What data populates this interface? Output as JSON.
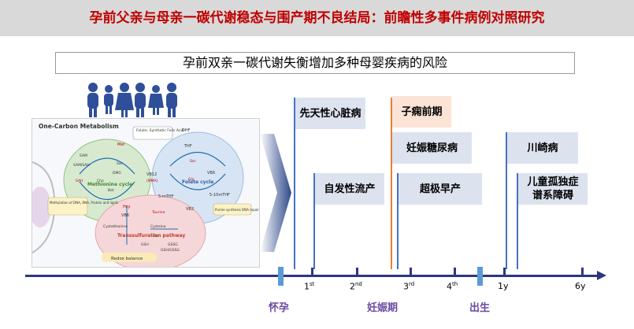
{
  "title": "孕前父亲与母亲一碳代谢稳态与围产期不良结局：前瞻性多事件病例对照研究",
  "subtitle": "孕前双亲一碳代谢失衡增加多种母婴疾病的风险",
  "diagram": {
    "heading": "One-Carbon Metabolism",
    "folate_note": "Folate, Synthetic Folic Acid",
    "methionine_cycle": "Methionine cycle",
    "folate_cycle": "Folate cycle",
    "transsulfuration": "Transsulfuration pathway",
    "redox_balance": "Redox balance",
    "methylation_note": "Methylation of DNA, RNA, Protein and lipids",
    "purine_note": "Purine synthesis DNA repair",
    "labels": {
      "met": "Met",
      "sam": "SAM",
      "samsah": "SAM/SAH",
      "sah": "SAH",
      "hcy": "Hcy",
      "dmg": "DMG",
      "cho": "Cho",
      "bet": "Bet",
      "thf": "THF",
      "dhf": "DHF",
      "mthf": "5-mTHF",
      "m10thf": "5-10mTHF",
      "vb12": "VB12",
      "mma": "(MMA)",
      "vb6": "VB6",
      "vb2": "VB2",
      "ser": "Ser",
      "gly": "Gly",
      "cystathionine": "Cystathionine",
      "cysteine": "Cysteine",
      "taurine": "Taurine",
      "glu": "Glu",
      "gsh": "GSH",
      "gssg": "GSSG",
      "gshgssg": "GSH/GSSG",
      "sar": "Sar"
    }
  },
  "conditions": {
    "chd": "先天性心脏病",
    "spontaneous_preterm": "自发性流产",
    "preeclampsia": "子痫前期",
    "gdm": "妊娠糖尿病",
    "extreme_preterm": "超极早产",
    "kawasaki": "川崎病",
    "asd_line1": "儿童孤独症",
    "asd_line2": "谱系障碍"
  },
  "timeline": {
    "t1": "1",
    "t1_sup": "st",
    "t2": "2",
    "t2_sup": "nd",
    "t3": "3",
    "t3_sup": "rd",
    "t4": "4",
    "t4_sup": "th",
    "y1": "1y",
    "y6": "6y"
  },
  "phases": {
    "conception": "怀孕",
    "pregnancy": "妊娠期",
    "birth": "出生"
  },
  "colors": {
    "title_red": "#c00000",
    "axis_navy": "#2f3580",
    "line_blue": "#4472c4",
    "line_orange": "#ed7d31",
    "box_blue": "#dce3ee",
    "box_orange": "#fbe3d5",
    "phase_purple": "#6a4aa0"
  },
  "icons": [
    "family-icon",
    "chevron-arrow-icon"
  ]
}
